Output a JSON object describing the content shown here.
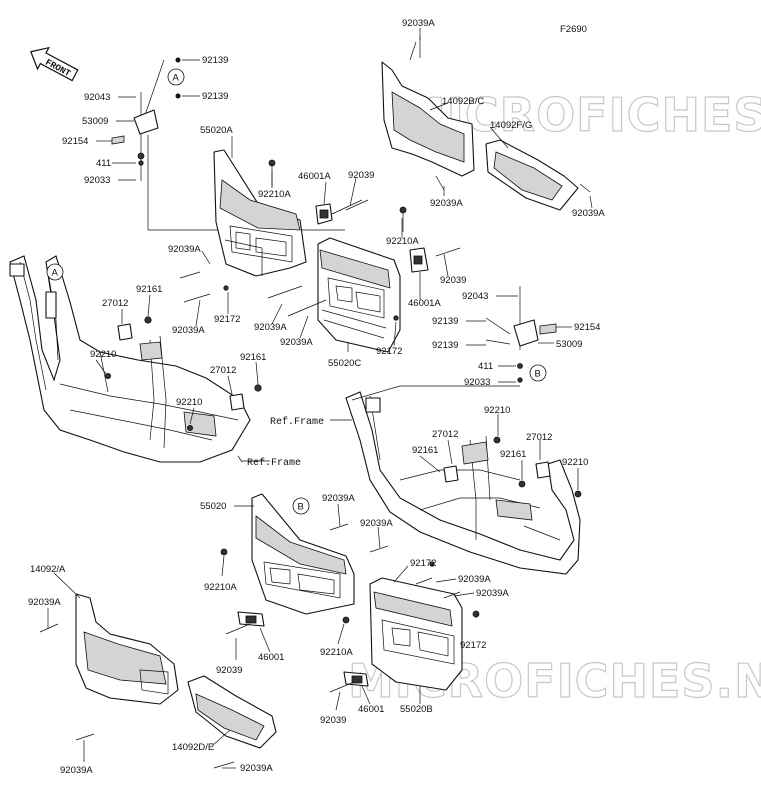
{
  "figure_id": "F2690",
  "front_label": "FRONT",
  "watermark": "MICROFICHES.NET",
  "callouts": {
    "a": "A",
    "b": "B"
  },
  "ref_frame": "Ref.Frame",
  "parts": {
    "p92039a_top": "92039A",
    "p92139_1": "92139",
    "p92139_2": "92139",
    "p92043_l": "92043",
    "p53009_l": "53009",
    "p92154_l": "92154",
    "p411_l": "411",
    "p92033_l": "92033",
    "p55020a": "55020A",
    "p14092bc": "14092B/C",
    "p14092fg": "14092F/G",
    "p92039a_bc": "92039A",
    "p92039a_fg": "92039A",
    "p92210a_1": "92210A",
    "p46001a_1": "46001A",
    "p92039_1": "92039",
    "p92210a_2": "92210A",
    "p92039_2": "92039",
    "p46001a_2": "46001A",
    "p92039a_l1": "92039A",
    "p92039a_l2": "92039A",
    "p92039a_l3": "92039A",
    "p92039a_l4": "92039A",
    "p92172_1": "92172",
    "p92172_2": "92172",
    "p55020c": "55020C",
    "p92043_r": "92043",
    "p92139_3": "92139",
    "p92154_r": "92154",
    "p92139_4": "92139",
    "p53009_r": "53009",
    "p411_r": "411",
    "p92033_r": "92033",
    "p27012_1": "27012",
    "p92161_1": "92161",
    "p92210_1": "92210",
    "p92161_2": "92161",
    "p27012_2": "27012",
    "p92210_2": "92210",
    "p92210_3": "92210",
    "p27012_3": "27012",
    "p27012_4": "27012",
    "p92161_3": "92161",
    "p92161_4": "92161",
    "p92210_4": "92210",
    "p55020": "55020",
    "p92039a_b1": "92039A",
    "p92039a_b2": "92039A",
    "p14092a": "14092/A",
    "p92039a_b3": "92039A",
    "p92210a_3": "92210A",
    "p92172_3": "92172",
    "p92039a_b4": "92039A",
    "p92039a_b5": "92039A",
    "p92210a_4": "92210A",
    "p92172_4": "92172",
    "p92039_3": "92039",
    "p46001_1": "46001",
    "p92039_4": "92039",
    "p46001_2": "46001",
    "p55020b": "55020B",
    "p14092de": "14092D/E",
    "p92039a_b6": "92039A",
    "p92039a_b7": "92039A"
  }
}
